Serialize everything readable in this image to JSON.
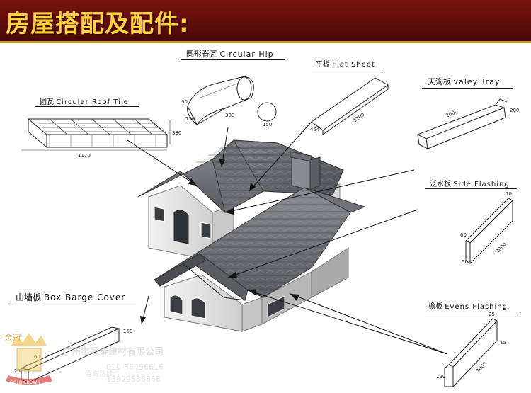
{
  "header": {
    "title": "房屋搭配及配件:"
  },
  "parts": {
    "round_hip": {
      "cn": "圆形脊瓦",
      "en": "Circular Hip",
      "dims": [
        "90",
        "150",
        "380",
        "150"
      ]
    },
    "flat_sheet": {
      "cn": "平板",
      "en": "Flat Sheet",
      "dims": [
        "454",
        "1200"
      ]
    },
    "roof_tile": {
      "cn": "圆瓦",
      "en": "Circular Roof Tile",
      "dims": [
        "380",
        "1170"
      ]
    },
    "valley_tray": {
      "cn": "天沟板",
      "en": "valey Tray",
      "dims": [
        "2000",
        "200"
      ]
    },
    "side_flashing": {
      "cn": "泛水板",
      "en": "Side Flashing",
      "dims": [
        "10",
        "60",
        "2000",
        "50"
      ]
    },
    "barge_cover": {
      "cn": "山墙板",
      "en": "Box Barge Cover",
      "dims": [
        "150",
        "60",
        "25"
      ]
    },
    "evens_flashing": {
      "cn": "檐板",
      "en": "Evens Flashing",
      "dims": [
        "25",
        "15",
        "120",
        "2000"
      ]
    }
  },
  "watermark": {
    "brand_cn": "金冠",
    "company": "广州市冠金建材有限公司",
    "hotline_label": "咨询热线:",
    "phone1": "020-36456616",
    "phone2": "13929538868",
    "logo_text": "GOLD CROWN"
  },
  "colors": {
    "header_bg": "#6a0f0c",
    "header_text": "#ffd23a",
    "roof": "#6c7074",
    "wall": "#e6e6e6"
  }
}
